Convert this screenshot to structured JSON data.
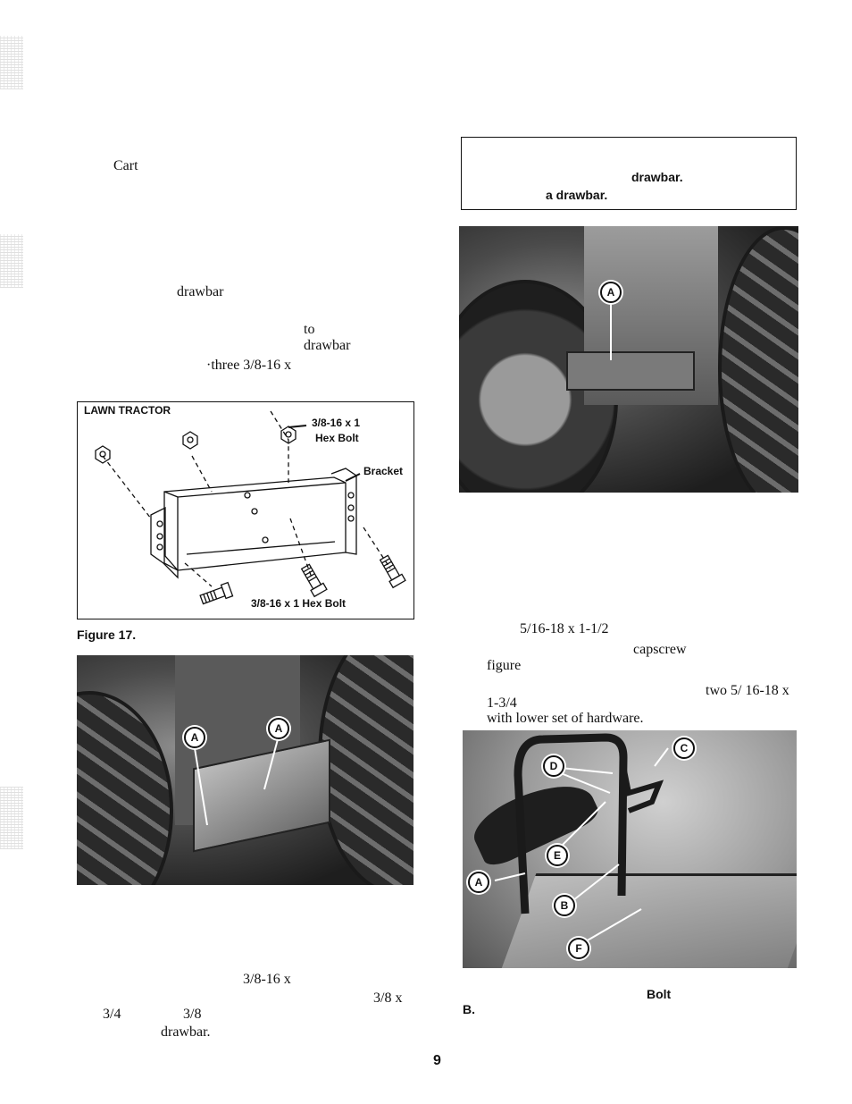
{
  "left_column": {
    "fragment_cart": "Cart",
    "fragment_drawbar_1": "drawbar",
    "fragment_to": "to",
    "fragment_drawbar_2": "drawbar",
    "fragment_three": "·three  3/8-16  x",
    "fragment_bottom_bolt": "3/8-16  x",
    "fragment_bottom_bolt2": "3/8 x",
    "fragment_34": "3/4",
    "fragment_38": "3/8",
    "fragment_drawbar_3": "drawbar."
  },
  "figure17": {
    "header": "LAWN TRACTOR",
    "label_top_bolt": "3/8-16 x 1",
    "label_top_bolt2": "Hex Bolt",
    "label_bracket": "Bracket",
    "label_bottom_bolt": "3/8-16 x 1 Hex Bolt",
    "caption": "Figure 17."
  },
  "photo_left": {
    "callout_a1": "A",
    "callout_a2": "A"
  },
  "right_column": {
    "note_line1": "drawbar.",
    "note_line2": "a drawbar.",
    "photo1_callout": "A",
    "fragment_516": "5/16-18  x  1-1/2",
    "fragment_capscrew": "capscrew",
    "fragment_figure": "figure",
    "fragment_two": "two 5/ 16-18 x",
    "fragment_134": "1-3/4",
    "fragment_lower": "with lower set of hardware.",
    "photo2_callouts": [
      "C",
      "D",
      "E",
      "A",
      "B",
      "F"
    ],
    "fragment_bolt": "Bolt",
    "fragment_b": "B."
  },
  "page_number": "9"
}
